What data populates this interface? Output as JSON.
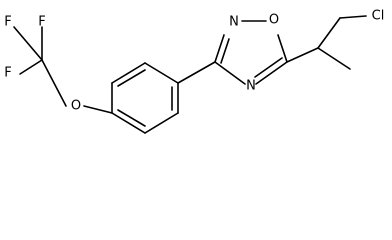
{
  "diagram": {
    "type": "chemical-structure",
    "colors": {
      "bond": "#000000",
      "label": "#000000",
      "background": "#ffffff"
    },
    "atoms": {
      "n_top": "N",
      "o_ring": "O",
      "n_ring": "N",
      "cl": "Cl",
      "f_top_left": "F",
      "f_top_mid": "F",
      "f_left": "F",
      "o_ether": "O"
    }
  }
}
